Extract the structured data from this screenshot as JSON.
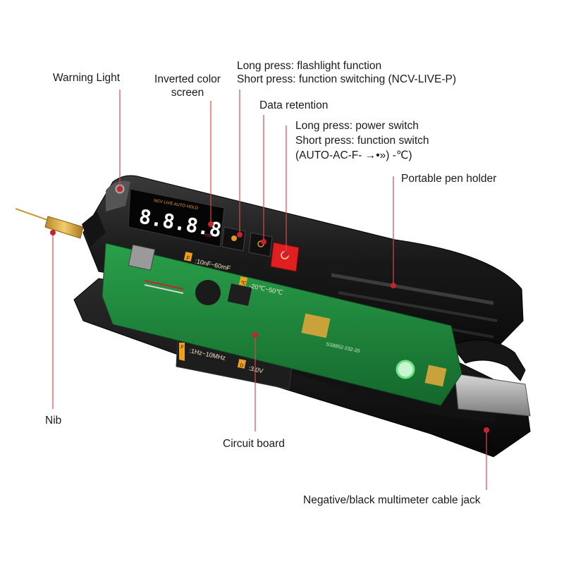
{
  "labels": {
    "warning_light": "Warning Light",
    "inverted_screen_1": "Inverted color",
    "inverted_screen_2": "screen",
    "flashlight_1": "Long press: flashlight function",
    "flashlight_2": "Short press: function switching (NCV-LIVE-P)",
    "data_retention": "Data retention",
    "power_1": "Long press: power switch",
    "power_2": "Short press: function switch",
    "power_3": "(AUTO-AC-F- →•») -℃)",
    "pen_holder": "Portable pen holder",
    "nib": "Nib",
    "circuit_board": "Circuit board",
    "cable_jack": "Negative/black multimeter cable jack"
  },
  "device": {
    "display_digits": "8.8.8.8",
    "capacitance_range": ":10nF~60mF",
    "temperature_range": "-20℃~50℃",
    "frequency_range": ":1Hz~10MHz",
    "voltage_value": ":3.0V",
    "cap_icon": "F",
    "temp_icon": "℃",
    "freq_icon": "F",
    "volt_icon": "D"
  },
  "colors": {
    "callout": "#c8232c",
    "body": "#1c1c1c",
    "pcb": "#1f8a3c",
    "button_red": "#e02020",
    "accent_orange": "#f0a020"
  }
}
